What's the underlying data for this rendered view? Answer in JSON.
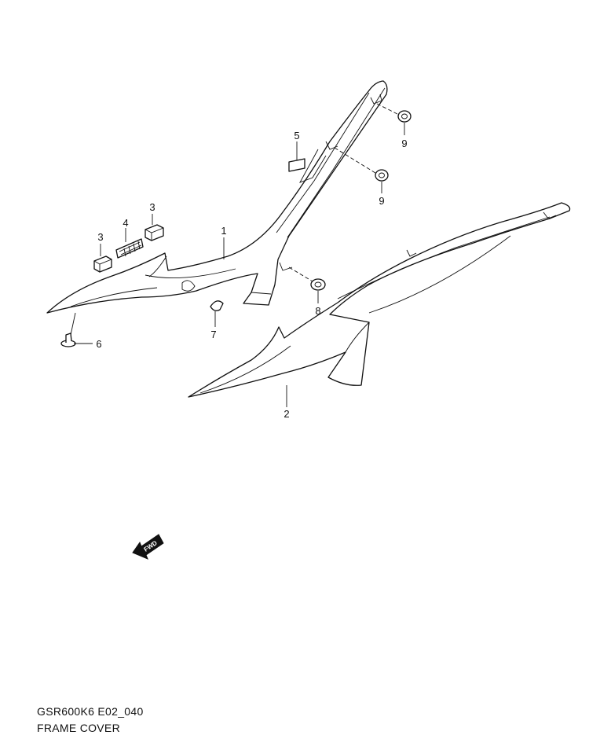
{
  "callouts": {
    "p1": "1",
    "p2": "2",
    "p3a": "3",
    "p3b": "3",
    "p4": "4",
    "p5": "5",
    "p6": "6",
    "p7": "7",
    "p8": "8",
    "p9a": "9",
    "p9b": "9"
  },
  "fwd_label": "FWD",
  "caption": {
    "code": "GSR600K6 E02_040",
    "title": "FRAME COVER"
  }
}
